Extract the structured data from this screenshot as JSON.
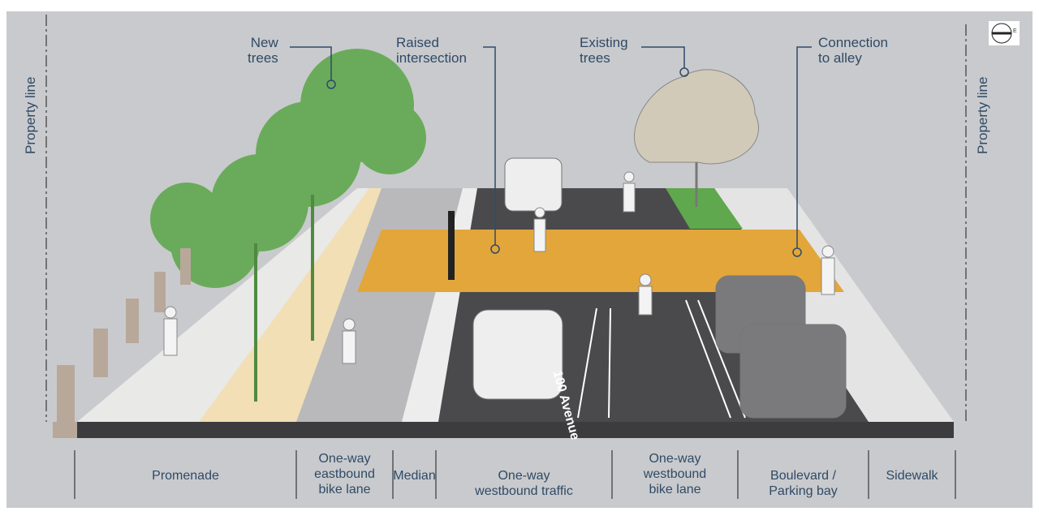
{
  "property_line_left": "Property line",
  "property_line_right": "Property line",
  "compass": {
    "label": "E"
  },
  "street_name": "100 Avenue",
  "callouts": [
    {
      "label": "New\ntrees"
    },
    {
      "label": "Raised\nintersection"
    },
    {
      "label": "Existing\ntrees"
    },
    {
      "label": "Connection\nto alley"
    }
  ],
  "segments": [
    {
      "label": "Promenade"
    },
    {
      "label": "One-way\neastbound\nbike lane"
    },
    {
      "label": "Median"
    },
    {
      "label": "One-way\nwestbound traffic"
    },
    {
      "label": "One-way\nwestbound\nbike lane"
    },
    {
      "label": "Boulevard /\nParking bay"
    },
    {
      "label": "Sidewalk"
    }
  ],
  "colors": {
    "background": "#c9cacd",
    "label": "#2f4a66",
    "intersection": "#e3a63a",
    "road": "#4a4a4d",
    "tree": "#5fa84e"
  }
}
